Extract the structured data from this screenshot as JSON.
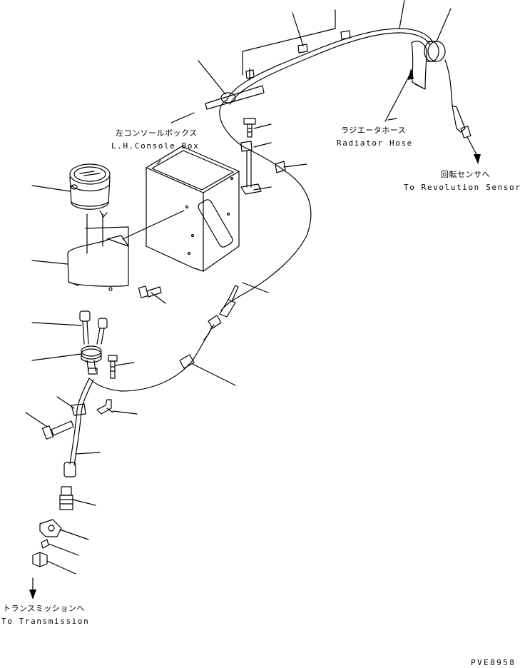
{
  "labels": {
    "console_jp": "左コンソールボックス",
    "console_en": "L.H.Console Box",
    "radiator_jp": "ラジエータホース",
    "radiator_en": "Radiator Hose",
    "revolution_jp": "回転センサへ",
    "revolution_en": "To Revolution Sensor",
    "transmission_jp": "トランスミッションへ",
    "transmission_en": "To Transmission",
    "drawing_code": "PVE8958"
  },
  "colors": {
    "line": "#000000",
    "background": "#ffffff"
  }
}
